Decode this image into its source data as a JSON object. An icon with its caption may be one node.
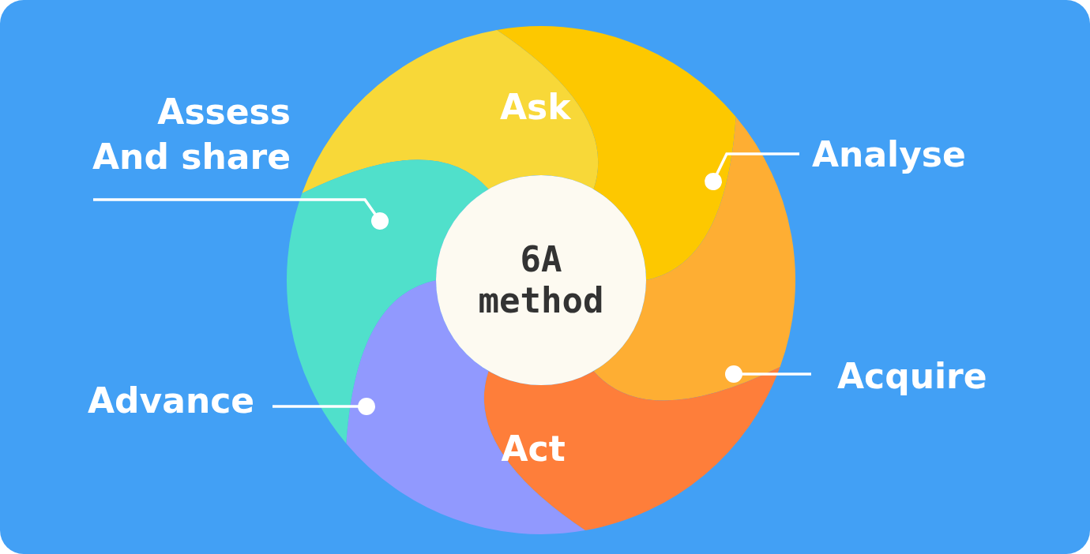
{
  "diagram": {
    "nodes": [
      {
        "text": [
          "Ask"
        ]
      },
      {
        "text": [],
        "shape": "wedge"
      },
      {
        "text": [],
        "shape": "wedge"
      },
      {
        "text": [
          "Act"
        ]
      },
      {
        "text": [],
        "shape": "wedge"
      },
      {
        "text": [],
        "shape": "wedge"
      },
      {
        "text": [
          "6A method"
        ]
      },
      {
        "text": [
          "Assess And share"
        ]
      },
      {
        "text": [
          "Analyse"
        ]
      },
      {
        "text": [
          "Acquire"
        ]
      },
      {
        "text": [
          "Advance"
        ]
      }
    ],
    "edges": [
      {
        "from": 7,
        "to": 5,
        "arrow": "other"
      },
      {
        "from": 8,
        "to": 1,
        "arrow": "other"
      },
      {
        "from": 9,
        "to": 2,
        "arrow": "other"
      },
      {
        "from": 10,
        "to": 4,
        "arrow": "other"
      }
    ]
  }
}
